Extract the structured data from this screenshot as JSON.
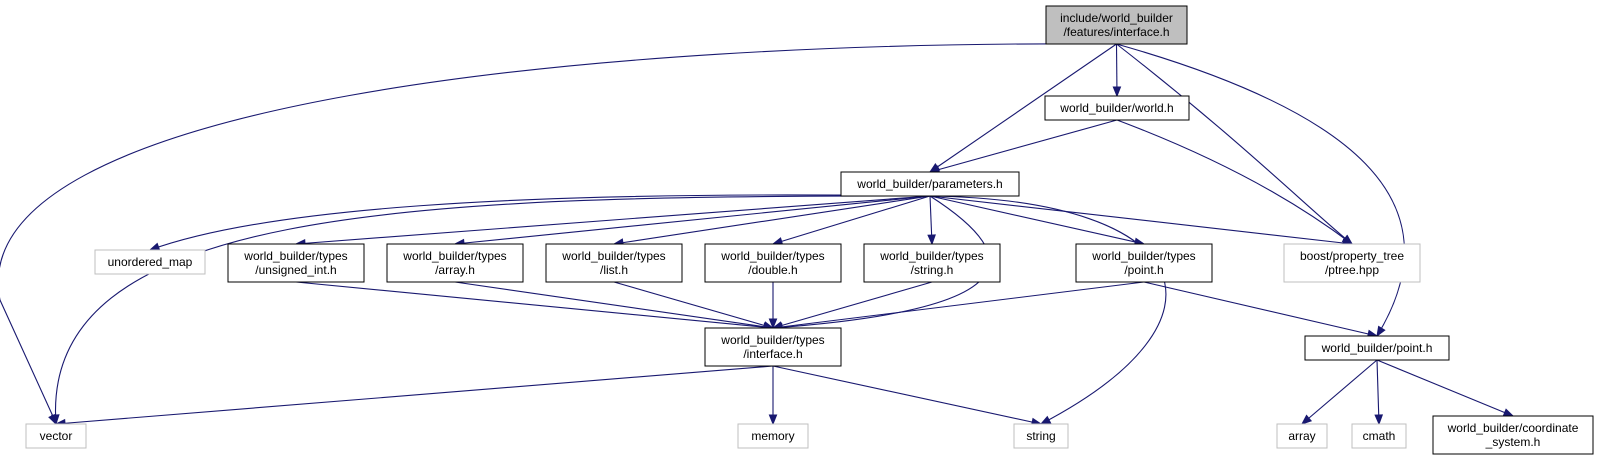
{
  "colors": {
    "edge": "#191970",
    "node_border": "#000000",
    "system_border": "#bfbfbf",
    "root_fill": "#bfbfbf",
    "node_fill": "#ffffff"
  },
  "nodes": [
    {
      "id": "root",
      "lines": [
        "include/world_builder",
        "/features/interface.h"
      ],
      "kind": "root"
    },
    {
      "id": "world_h",
      "lines": [
        "world_builder/world.h"
      ],
      "kind": "local"
    },
    {
      "id": "parameters_h",
      "lines": [
        "world_builder/parameters.h"
      ],
      "kind": "local"
    },
    {
      "id": "unordered_map",
      "lines": [
        "unordered_map"
      ],
      "kind": "system"
    },
    {
      "id": "types_unsigned_int",
      "lines": [
        "world_builder/types",
        "/unsigned_int.h"
      ],
      "kind": "local"
    },
    {
      "id": "types_array",
      "lines": [
        "world_builder/types",
        "/array.h"
      ],
      "kind": "local"
    },
    {
      "id": "types_list",
      "lines": [
        "world_builder/types",
        "/list.h"
      ],
      "kind": "local"
    },
    {
      "id": "types_double",
      "lines": [
        "world_builder/types",
        "/double.h"
      ],
      "kind": "local"
    },
    {
      "id": "types_string",
      "lines": [
        "world_builder/types",
        "/string.h"
      ],
      "kind": "local"
    },
    {
      "id": "types_point",
      "lines": [
        "world_builder/types",
        "/point.h"
      ],
      "kind": "local"
    },
    {
      "id": "ptree",
      "lines": [
        "boost/property_tree",
        "/ptree.hpp"
      ],
      "kind": "system"
    },
    {
      "id": "types_interface",
      "lines": [
        "world_builder/types",
        "/interface.h"
      ],
      "kind": "local"
    },
    {
      "id": "point_h",
      "lines": [
        "world_builder/point.h"
      ],
      "kind": "local"
    },
    {
      "id": "vector",
      "lines": [
        "vector"
      ],
      "kind": "system"
    },
    {
      "id": "memory",
      "lines": [
        "memory"
      ],
      "kind": "system"
    },
    {
      "id": "string",
      "lines": [
        "string"
      ],
      "kind": "system"
    },
    {
      "id": "array",
      "lines": [
        "array"
      ],
      "kind": "system"
    },
    {
      "id": "cmath",
      "lines": [
        "cmath"
      ],
      "kind": "system"
    },
    {
      "id": "coordinate_system",
      "lines": [
        "world_builder/coordinate",
        "_system.h"
      ],
      "kind": "local"
    }
  ],
  "edges": [
    {
      "from": "root",
      "to": "vector"
    },
    {
      "from": "root",
      "to": "parameters_h"
    },
    {
      "from": "root",
      "to": "world_h"
    },
    {
      "from": "root",
      "to": "ptree"
    },
    {
      "from": "root",
      "to": "point_h"
    },
    {
      "from": "world_h",
      "to": "parameters_h"
    },
    {
      "from": "world_h",
      "to": "ptree"
    },
    {
      "from": "parameters_h",
      "to": "vector"
    },
    {
      "from": "parameters_h",
      "to": "unordered_map"
    },
    {
      "from": "parameters_h",
      "to": "types_unsigned_int"
    },
    {
      "from": "parameters_h",
      "to": "types_array"
    },
    {
      "from": "parameters_h",
      "to": "types_list"
    },
    {
      "from": "parameters_h",
      "to": "types_double"
    },
    {
      "from": "parameters_h",
      "to": "types_string"
    },
    {
      "from": "parameters_h",
      "to": "types_point"
    },
    {
      "from": "parameters_h",
      "to": "types_interface"
    },
    {
      "from": "parameters_h",
      "to": "ptree"
    },
    {
      "from": "parameters_h",
      "to": "string"
    },
    {
      "from": "types_unsigned_int",
      "to": "types_interface"
    },
    {
      "from": "types_array",
      "to": "types_interface"
    },
    {
      "from": "types_list",
      "to": "types_interface"
    },
    {
      "from": "types_double",
      "to": "types_interface"
    },
    {
      "from": "types_string",
      "to": "types_interface"
    },
    {
      "from": "types_point",
      "to": "types_interface"
    },
    {
      "from": "types_point",
      "to": "point_h"
    },
    {
      "from": "types_interface",
      "to": "vector"
    },
    {
      "from": "types_interface",
      "to": "memory"
    },
    {
      "from": "types_interface",
      "to": "string"
    },
    {
      "from": "point_h",
      "to": "array"
    },
    {
      "from": "point_h",
      "to": "cmath"
    },
    {
      "from": "point_h",
      "to": "coordinate_system"
    }
  ]
}
